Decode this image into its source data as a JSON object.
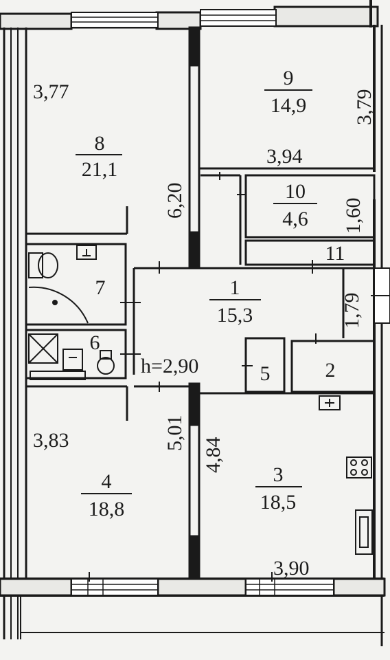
{
  "rooms": [
    {
      "id": "8",
      "num": "8",
      "area": "21,1"
    },
    {
      "id": "9",
      "num": "9",
      "area": "14,9"
    },
    {
      "id": "10",
      "num": "10",
      "area": "4,6"
    },
    {
      "id": "11",
      "num": "11"
    },
    {
      "id": "7",
      "num": "7"
    },
    {
      "id": "1",
      "num": "1",
      "area": "15,3"
    },
    {
      "id": "6",
      "num": "6"
    },
    {
      "id": "5",
      "num": "5"
    },
    {
      "id": "2",
      "num": "2"
    },
    {
      "id": "4",
      "num": "4",
      "area": "18,8"
    },
    {
      "id": "3",
      "num": "3",
      "area": "18,5"
    }
  ],
  "dimensions": {
    "d_377": "3,77",
    "d_620": "6,20",
    "d_379": "3,79",
    "d_394": "3,94",
    "d_160": "1,60",
    "d_179": "1,79",
    "d_383": "3,83",
    "d_501": "5,01",
    "d_484": "4,84",
    "d_390": "3,90"
  },
  "ceiling_height": "h=2,90",
  "colors": {
    "wall": "#1a1a1a",
    "fill": "#f3f3f1",
    "line": "#222222"
  }
}
